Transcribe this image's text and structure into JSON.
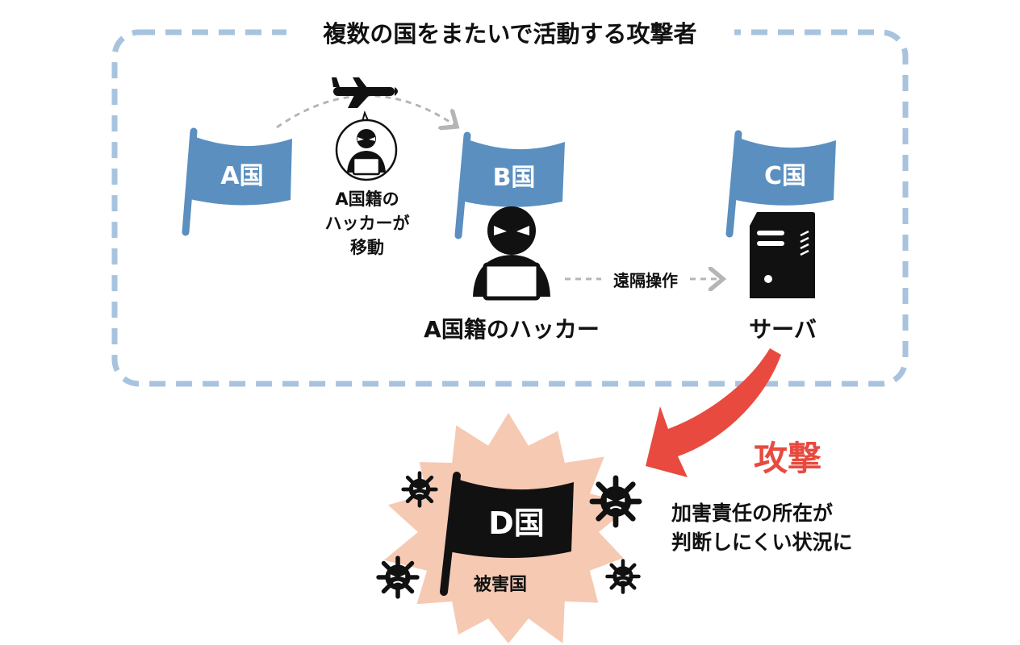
{
  "diagram": {
    "title": "複数の国をまたいで活動する攻撃者",
    "flag_a": "A国",
    "flag_b": "B国",
    "flag_c": "C国",
    "flag_d": "D国",
    "migration_label_line1": "A国籍の",
    "migration_label_line2": "ハッカーが",
    "migration_label_line3": "移動",
    "hacker_label": "A国籍のハッカー",
    "remote_label": "遠隔操作",
    "server_label": "サーバ",
    "attack_label": "攻撃",
    "victim_label": "被害国",
    "note_line1": "加害責任の所在が",
    "note_line2": "判断しにくい状況に"
  },
  "colors": {
    "flag_blue": "#5a8fc0",
    "frame_blue": "#a7c3de",
    "attack_red": "#e84a3f",
    "burst_fill": "#f6c9b3",
    "ink": "#111111",
    "connector_gray": "#b5b5b5"
  },
  "icons": [
    "airplane-icon",
    "hacker-icon",
    "server-icon",
    "virus-icon",
    "flag-icon"
  ]
}
